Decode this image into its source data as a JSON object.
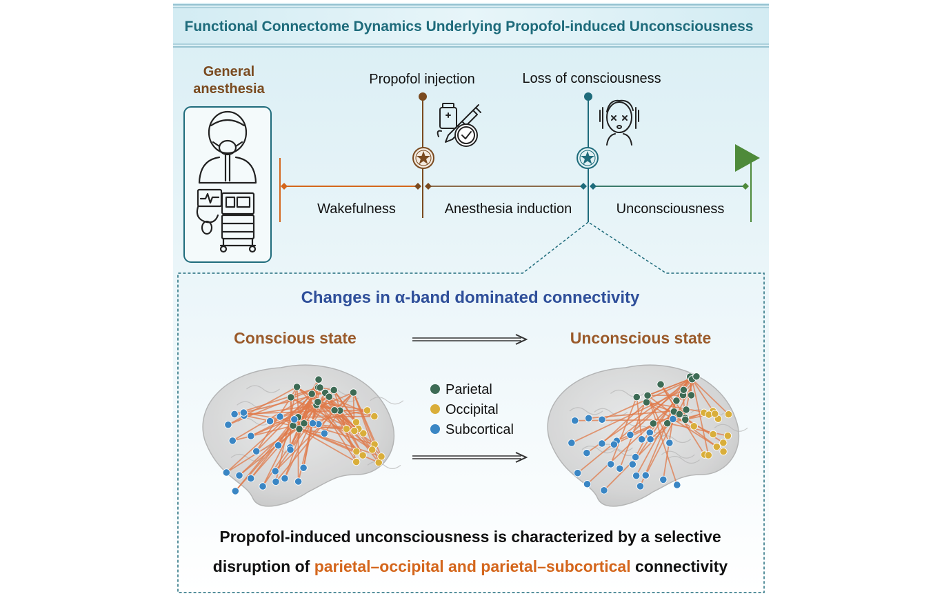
{
  "header": {
    "title": "Functional Connectome Dynamics Underlying Propofol-induced Unconsciousness"
  },
  "anesthesia_panel": {
    "label_line1": "General",
    "label_line2": "anesthesia",
    "icon": "patient-with-anesthesia-machine-icon"
  },
  "timeline": {
    "events": [
      {
        "label": "Propofol injection",
        "icon": "syringe-vial-clock-icon"
      },
      {
        "label": "Loss of consciousness",
        "icon": "unconscious-person-icon"
      }
    ],
    "phases": [
      {
        "label": "Wakefulness"
      },
      {
        "label": "Anesthesia induction"
      },
      {
        "label": "Unconsciousness"
      }
    ]
  },
  "detail": {
    "heading": "Changes in α-band dominated connectivity",
    "conscious_label": "Conscious state",
    "unconscious_label": "Unconscious state",
    "legend": [
      {
        "label": "Parietal",
        "color": "#3d6b55"
      },
      {
        "label": "Occipital",
        "color": "#d9ae3a"
      },
      {
        "label": "Subcortical",
        "color": "#3a86c4"
      }
    ],
    "conclusion_line1": "Propofol-induced unconsciousness is characterized by a selective",
    "conclusion_line2_prefix": "disruption of ",
    "conclusion_line2_highlight": "parietal–occipital and parietal–subcortical",
    "conclusion_line2_suffix": " connectivity"
  },
  "colors": {
    "title": "#1e6b7b",
    "brown": "#7a4a1f",
    "orange": "#d4661c",
    "teal": "#1e6b7b",
    "green": "#4e8a3a",
    "heading_blue": "#2f4f9a",
    "connection": "#e07a4a"
  }
}
